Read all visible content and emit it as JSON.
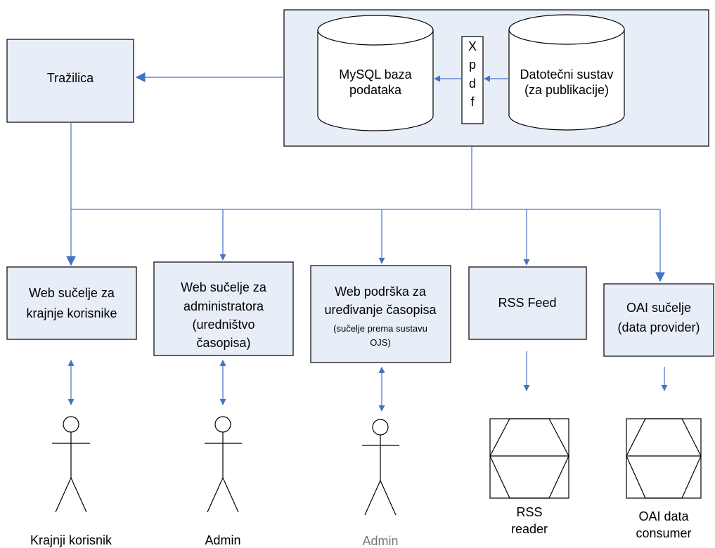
{
  "diagram": {
    "colors": {
      "box_fill": "#e8eef8",
      "box_stroke": "#000000",
      "connector": "#4472c4",
      "gray_text": "#777777"
    },
    "top_group": {
      "db_cylinder": {
        "line1": "MySQL baza",
        "line2": "podataka"
      },
      "xpdf": {
        "letters": [
          "X",
          "p",
          "d",
          "f"
        ]
      },
      "fs_cylinder": {
        "line1": "Datotečni sustav",
        "line2": "(za publikacije)"
      }
    },
    "search_box": {
      "label": "Tražilica"
    },
    "interfaces": [
      {
        "lines": [
          "Web sučelje za",
          "krajnje korisnike"
        ]
      },
      {
        "lines": [
          "Web sučelje za",
          "administratora",
          "(uredništvo",
          "časopisa)"
        ]
      },
      {
        "lines": [
          "Web podrška za",
          "uređivanje časopisa"
        ],
        "small_lines": [
          "(sučelje prema sustavu",
          "OJS)"
        ]
      },
      {
        "lines": [
          "RSS Feed"
        ]
      },
      {
        "lines": [
          "OAI sučelje",
          "(data provider)"
        ]
      }
    ],
    "actors": [
      {
        "icon": "stick-figure-icon",
        "label": "Krajnji korisnik"
      },
      {
        "icon": "stick-figure-icon",
        "label": "Admin"
      },
      {
        "icon": "stick-figure-icon",
        "label": "Admin"
      }
    ],
    "consumers": [
      {
        "icon": "hexagon-device-icon",
        "lines": [
          "RSS",
          "reader"
        ]
      },
      {
        "icon": "hexagon-device-icon",
        "lines": [
          "OAI data",
          "consumer"
        ]
      }
    ]
  }
}
